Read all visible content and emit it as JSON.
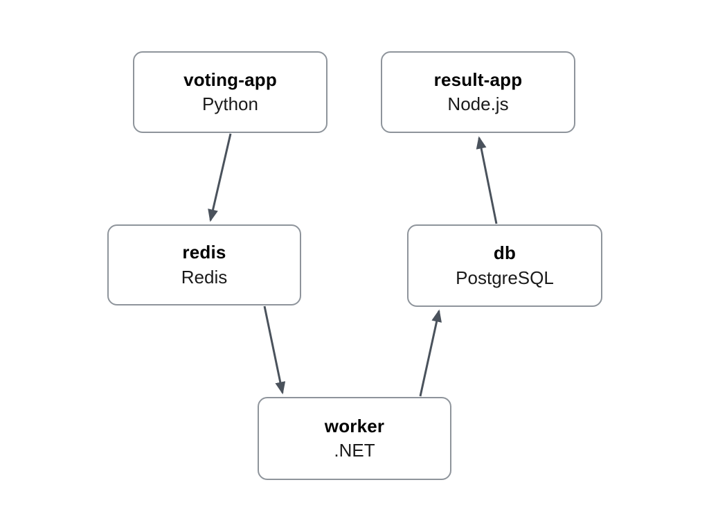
{
  "diagram": {
    "nodes": [
      {
        "id": "voting-app",
        "name": "voting-app",
        "tech": "Python"
      },
      {
        "id": "result-app",
        "name": "result-app",
        "tech": "Node.js"
      },
      {
        "id": "redis",
        "name": "redis",
        "tech": "Redis"
      },
      {
        "id": "db",
        "name": "db",
        "tech": "PostgreSQL"
      },
      {
        "id": "worker",
        "name": "worker",
        "tech": ".NET"
      }
    ],
    "edges": [
      {
        "from": "voting-app",
        "to": "redis"
      },
      {
        "from": "redis",
        "to": "worker"
      },
      {
        "from": "worker",
        "to": "db"
      },
      {
        "from": "db",
        "to": "result-app"
      }
    ],
    "colors": {
      "background": "#ffffff",
      "node_fill": "#ffffff",
      "node_border": "#8e949b",
      "arrow": "#4a525c",
      "title_text": "#000000",
      "subtitle_text": "#1a1a1a"
    }
  }
}
